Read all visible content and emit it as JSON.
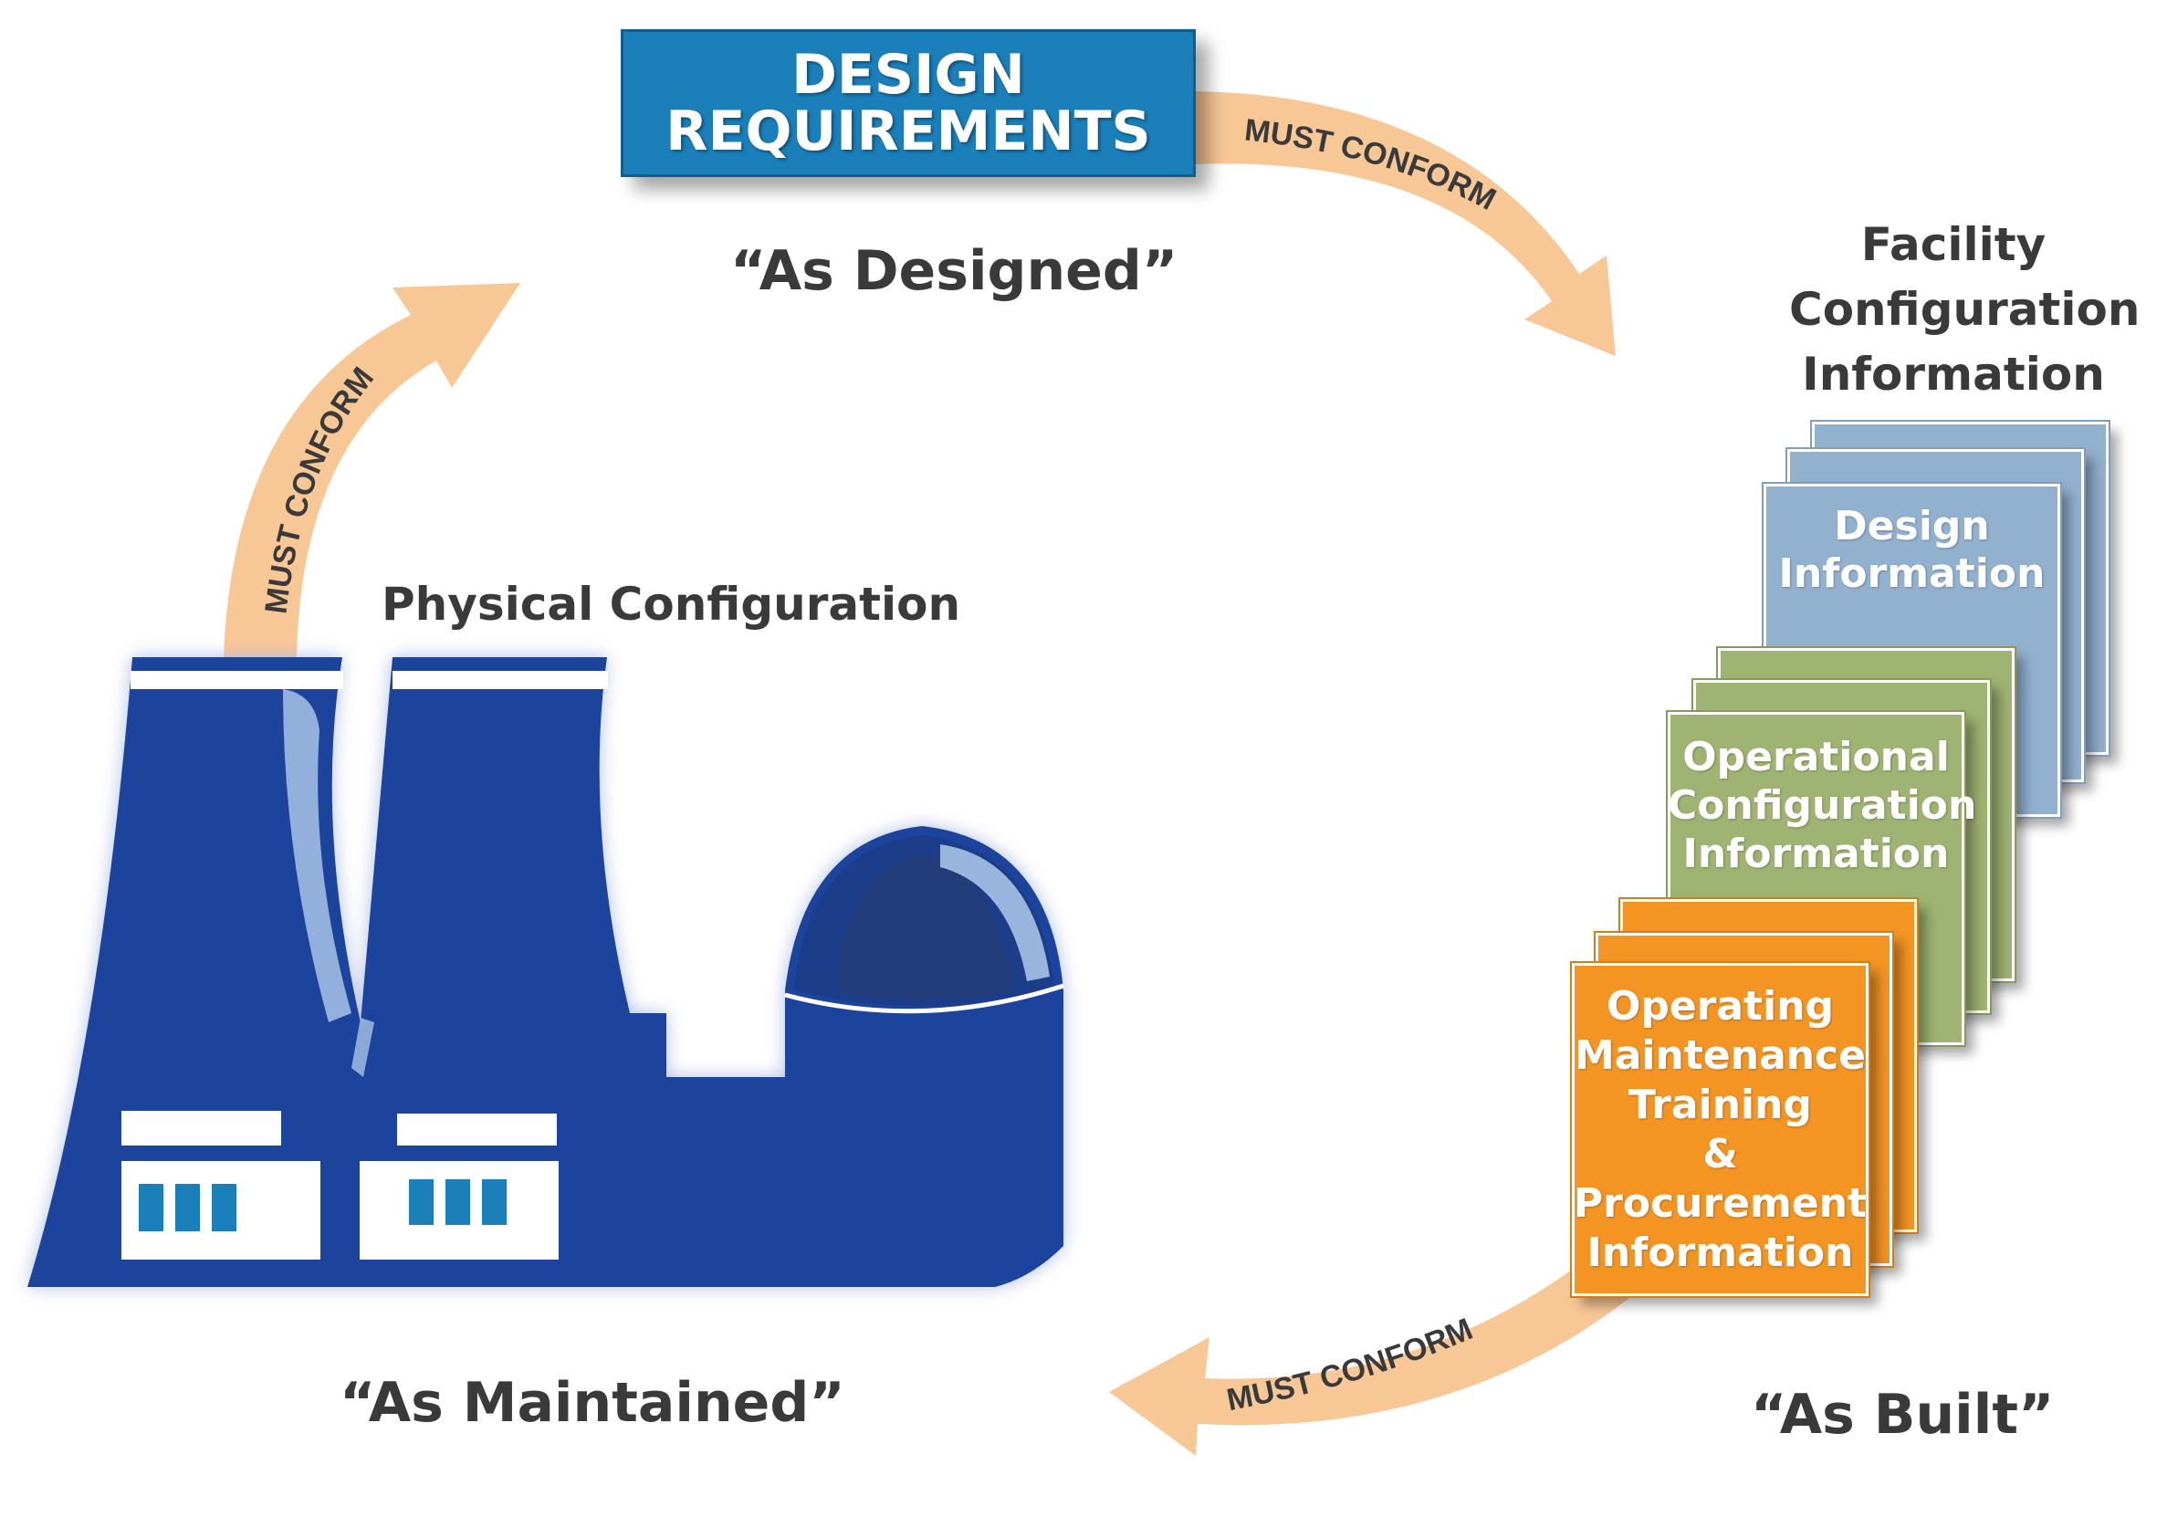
{
  "design_requirements": {
    "line1": "DESIGN",
    "line2": "REQUIREMENTS"
  },
  "labels": {
    "as_designed": "“As Designed”",
    "as_maintained": "“As Maintained”",
    "as_built": "“As Built”",
    "physical_configuration": "Physical Configuration",
    "facility_config": [
      "Facility",
      "Configuration",
      "Information"
    ]
  },
  "arrows": {
    "top_right": "MUST CONFORM",
    "left": "MUST CONFORM",
    "bottom": "MUST CONFORM"
  },
  "documents": {
    "design": [
      "Design",
      "Information"
    ],
    "operational": [
      "Operational",
      "Configuration",
      "Information"
    ],
    "operating": [
      "Operating",
      "Maintenance",
      "Training",
      "&",
      "Procurement",
      "Information"
    ]
  },
  "colors": {
    "box_blue": "#1b7fba",
    "plant_blue": "#1c449c",
    "arrow_peach": "#f8c796",
    "doc_blue": "#91b1cf",
    "doc_green": "#9fb372",
    "doc_orange": "#f39423"
  }
}
